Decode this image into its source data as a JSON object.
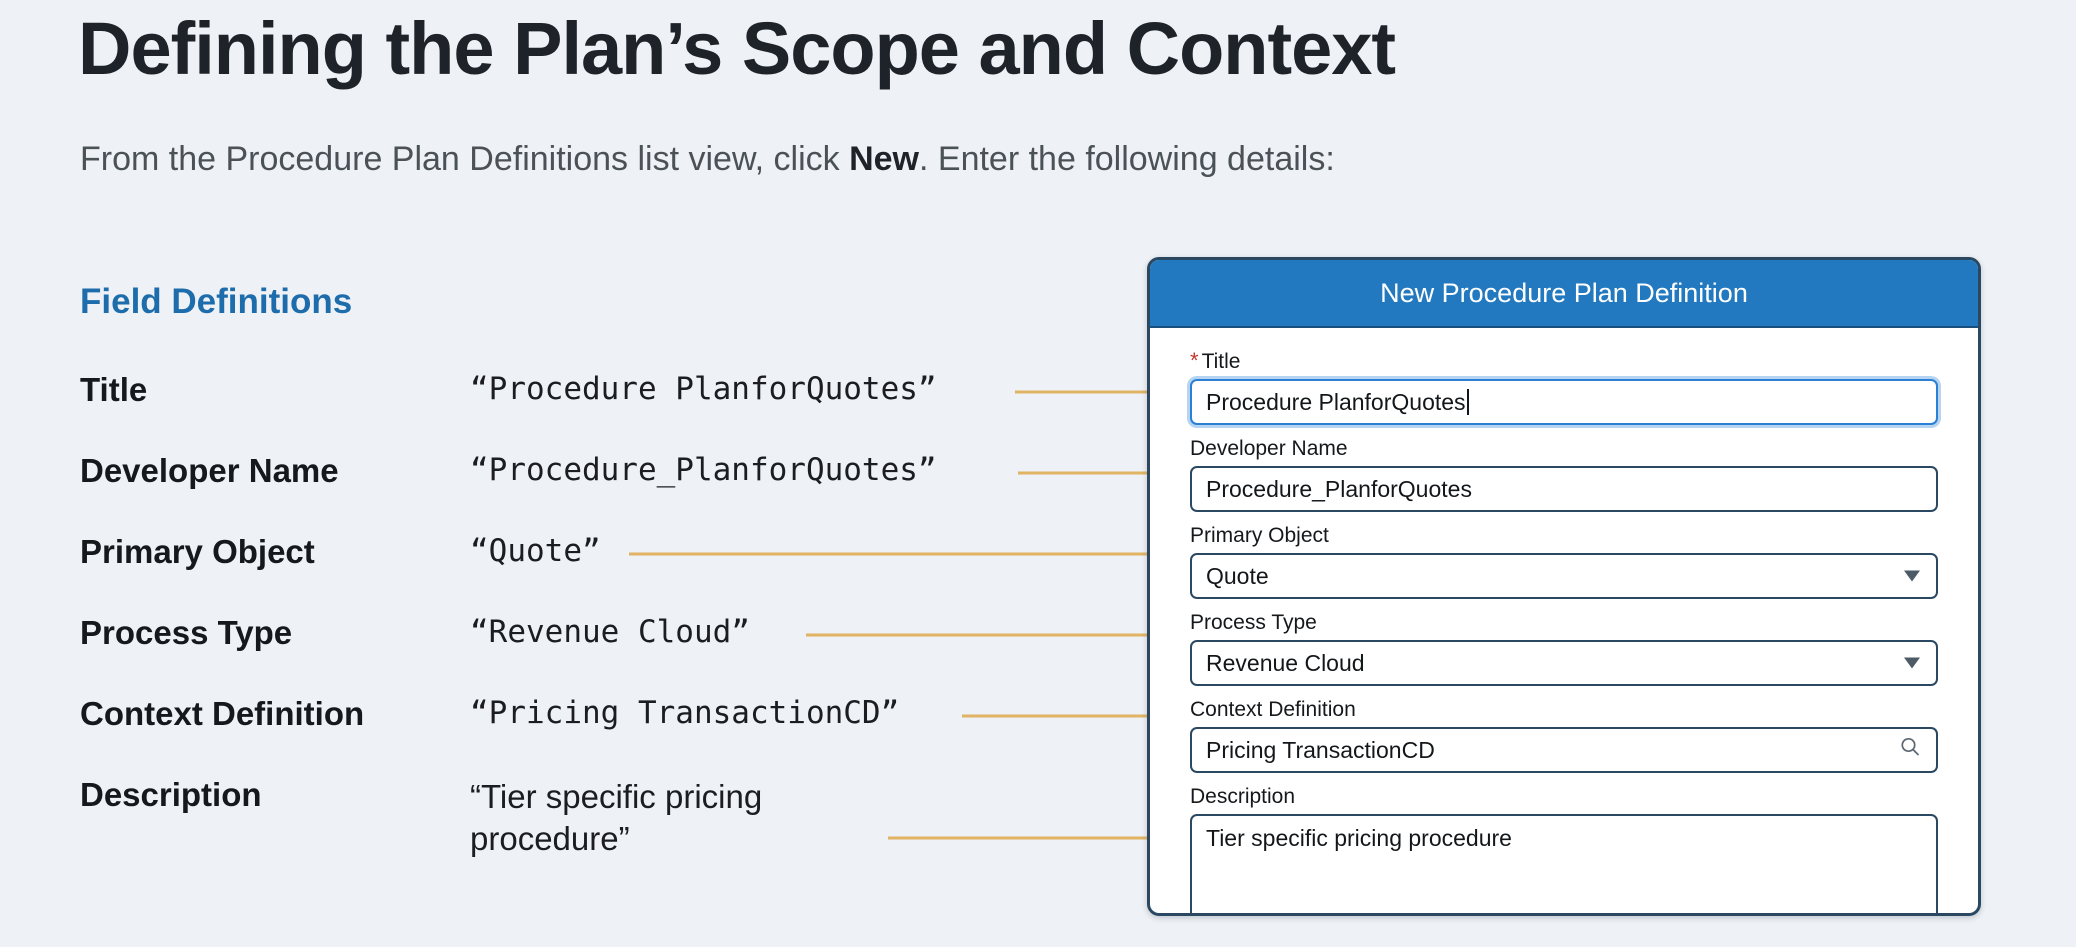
{
  "page": {
    "title": "Defining the Plan’s Scope and Context",
    "subtitle_before": "From the Procedure Plan Definitions list view, click ",
    "subtitle_bold": "New",
    "subtitle_after": ". Enter the following details:"
  },
  "left_panel": {
    "heading": "Field Definitions",
    "rows": [
      {
        "label": "Title",
        "value": "“Procedure PlanforQuotes”"
      },
      {
        "label": "Developer Name",
        "value": "“Procedure_PlanforQuotes”"
      },
      {
        "label": "Primary Object",
        "value": "“Quote”"
      },
      {
        "label": "Process Type",
        "value": "“Revenue Cloud”"
      },
      {
        "label": "Context Definition",
        "value": "“Pricing TransactionCD”"
      },
      {
        "label": "Description",
        "value": "“Tier specific pricing\nprocedure”"
      }
    ]
  },
  "form_card": {
    "header_title": "New Procedure Plan Definition",
    "required_marker": "*",
    "fields": {
      "title": {
        "label": "Title",
        "value": "Procedure PlanforQuotes"
      },
      "developer": {
        "label": "Developer Name",
        "value": "Procedure_PlanforQuotes"
      },
      "primary": {
        "label": "Primary Object",
        "value": "Quote"
      },
      "process": {
        "label": "Process Type",
        "value": "Revenue Cloud"
      },
      "context": {
        "label": "Context Definition",
        "value": "Pricing TransactionCD"
      },
      "description": {
        "label": "Description",
        "value": "Tier specific pricing procedure"
      }
    }
  },
  "colors": {
    "background": "#eef1f5",
    "heading_blue": "#1d6cab",
    "card_header_blue": "#2279bf",
    "card_border": "#2b4863",
    "arrow_gold": "#e0b464",
    "required_red": "#c0392f",
    "focus_blue": "#2b7fd4"
  }
}
